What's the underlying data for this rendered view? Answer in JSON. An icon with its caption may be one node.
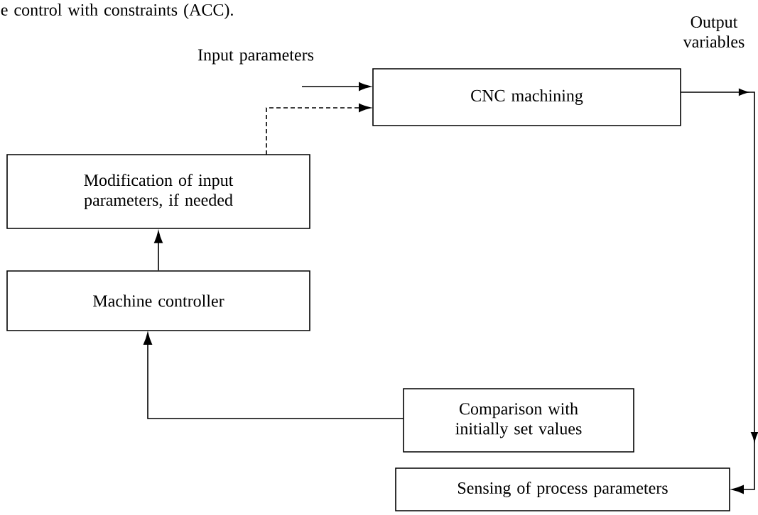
{
  "diagram": {
    "nodes": [
      {
        "text": [
          "CNC machining"
        ]
      },
      {
        "text": [
          "Modification of input parameters, if needed"
        ]
      },
      {
        "text": [
          "Machine controller"
        ]
      },
      {
        "text": [
          "Comparison with initially set values"
        ]
      },
      {
        "text": [
          "Sensing of process parameters"
        ]
      }
    ],
    "edges": [
      {
        "from": null,
        "to": 0,
        "arrow": "to"
      },
      {
        "from": 1,
        "to": 0,
        "arrow": "to",
        "style": "dashed"
      },
      {
        "from": 2,
        "to": 1,
        "arrow": "to"
      },
      {
        "from": 3,
        "to": 2,
        "arrow": "to"
      },
      {
        "from": 0,
        "to": 4,
        "arrow": "to"
      }
    ],
    "labels": [
      "e control with constraints (ACC).",
      "Input parameters",
      "Output variables"
    ]
  }
}
